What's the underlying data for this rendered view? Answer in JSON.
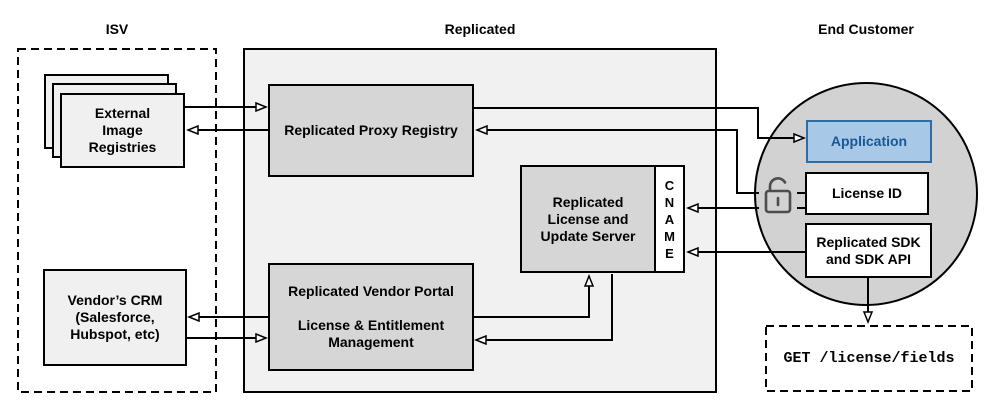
{
  "sections": {
    "isv": {
      "label": "ISV"
    },
    "replicated": {
      "label": "Replicated"
    },
    "end_customer": {
      "label": "End Customer"
    }
  },
  "nodes": {
    "registries": {
      "lines": [
        "External",
        "Image",
        "Registries"
      ]
    },
    "crm": {
      "lines": [
        "Vendor’s CRM",
        "(Salesforce,",
        "Hubspot, etc)"
      ]
    },
    "proxy": {
      "label": "Replicated Proxy Registry"
    },
    "license_server": {
      "lines": [
        "Replicated",
        "License and",
        "Update Server"
      ]
    },
    "cname": {
      "letters": [
        "C",
        "N",
        "A",
        "M",
        "E"
      ]
    },
    "vendor_portal": {
      "title": "Replicated Vendor Portal",
      "subtitle_lines": [
        "License & Entitlement",
        "Management"
      ]
    },
    "application": {
      "label": "Application"
    },
    "license_id": {
      "label": "License ID"
    },
    "sdk": {
      "lines": [
        "Replicated SDK",
        "and SDK API"
      ]
    },
    "get_endpoint": {
      "label": "GET /license/fields"
    }
  },
  "icons": {
    "lock": "unlocked-padlock-icon"
  },
  "colors": {
    "replicated_container_fill": "#f1f1f1",
    "inner_node_fill": "#d6d6d6",
    "isv_node_fill": "#f0f0f0",
    "customer_circle_fill": "#d2d2d2",
    "application_fill": "#a8c8e8",
    "application_border": "#2e6da4",
    "application_text": "#1a5796",
    "line_color": "#000000",
    "lock_color": "#4d4d4d"
  },
  "edges": [
    {
      "from": "external-image-registries",
      "to": "replicated-proxy-registry"
    },
    {
      "from": "replicated-proxy-registry",
      "to": "external-image-registries"
    },
    {
      "from": "replicated-proxy-registry",
      "to": "application"
    },
    {
      "from": "license-id",
      "to": "replicated-proxy-registry",
      "via": "unlocked-padlock-icon"
    },
    {
      "from": "license-id",
      "to": "cname"
    },
    {
      "from": "replicated-sdk-and-sdk-api",
      "to": "cname"
    },
    {
      "from": "vendor-portal",
      "to": "replicated-license-and-update-server"
    },
    {
      "from": "replicated-license-and-update-server",
      "to": "vendor-portal"
    },
    {
      "from": "vendor-portal",
      "to": "vendors-crm"
    },
    {
      "from": "vendors-crm",
      "to": "vendor-portal"
    },
    {
      "from": "replicated-sdk-and-sdk-api",
      "to": "get-license-fields-endpoint"
    }
  ]
}
